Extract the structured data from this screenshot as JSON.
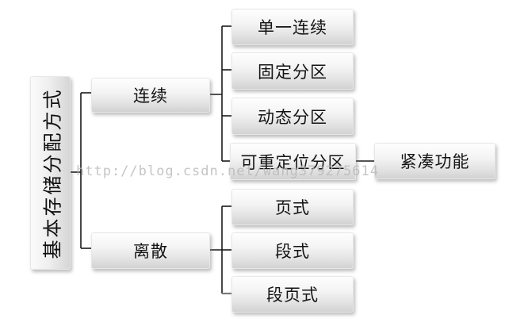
{
  "diagram": {
    "title": "基本存储分配方式",
    "branches": [
      {
        "label": "连续",
        "children": [
          {
            "label": "单一连续"
          },
          {
            "label": "固定分区"
          },
          {
            "label": "动态分区"
          },
          {
            "label": "可重定位分区",
            "linked": {
              "label": "紧凑功能"
            }
          }
        ]
      },
      {
        "label": "离散",
        "children": [
          {
            "label": "页式"
          },
          {
            "label": "段式"
          },
          {
            "label": "段页式"
          }
        ]
      }
    ]
  },
  "watermark": {
    "text": "http://blog.csdn.net/wang379275614"
  },
  "colors": {
    "background": "#ffffff",
    "node_gradient_top": "#fefefe",
    "node_gradient_bottom": "#d2d2d2",
    "node_border": "#e7e7e7",
    "connector_line": "#1a1a1a",
    "text": "#141414",
    "watermark_text": "#b6b6b6"
  }
}
